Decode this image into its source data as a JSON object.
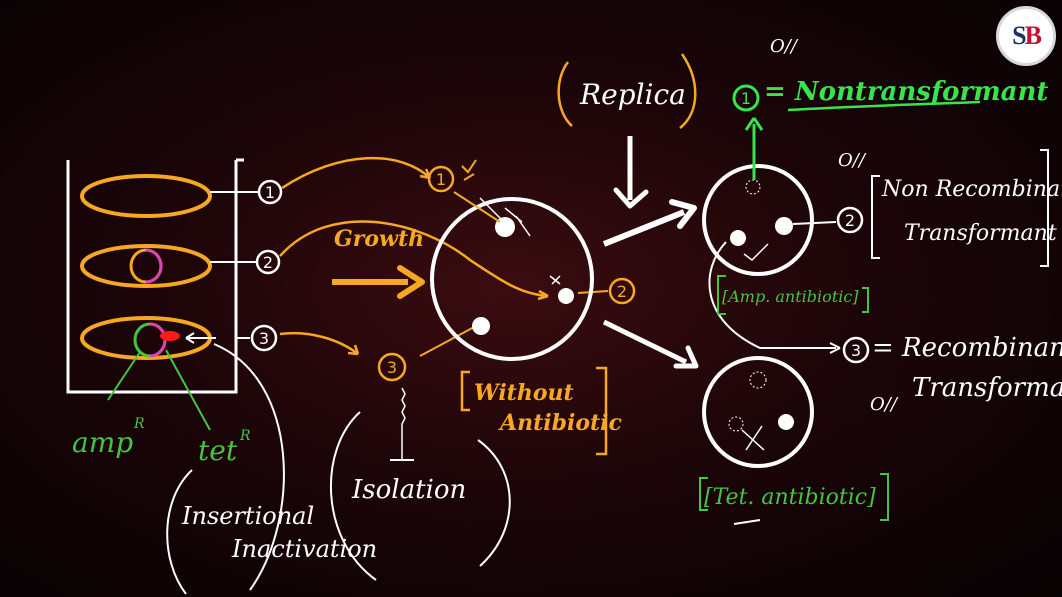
{
  "logo": {
    "text_s": "S",
    "text_b": "B"
  },
  "markers": {
    "m1": "1",
    "m2": "2",
    "m3": "3",
    "g1": "1",
    "g2": "2",
    "g3": "3"
  },
  "labels": {
    "growth": "Growth",
    "replica": "Replica",
    "without": "Without",
    "antibiotic": "Antibiotic",
    "isolation": "Isolation",
    "insertional": "Insertional",
    "inactivation": "Inactivation",
    "amp": "amp",
    "amp_sup": "R",
    "tet": "tet",
    "tet_sup": "R",
    "amp_antibiotic": "[Amp. antibiotic]",
    "tet_antibiotic": "[Tet. antibiotic]",
    "nontransformant": "= Nontransformant",
    "non_recombinant": "Non Recombinant",
    "transformant_a": "Transformant",
    "recombinant": "= Recombinant",
    "transformant_b": "Transformant",
    "note_a": "O//",
    "note_b": "O//",
    "note_c": "O//"
  },
  "colors": {
    "orange": "#f7a823",
    "white": "#ffffff",
    "green": "#45c442",
    "bright_green": "#37e44c",
    "magenta": "#e040b4",
    "red": "#ff1a1a"
  }
}
